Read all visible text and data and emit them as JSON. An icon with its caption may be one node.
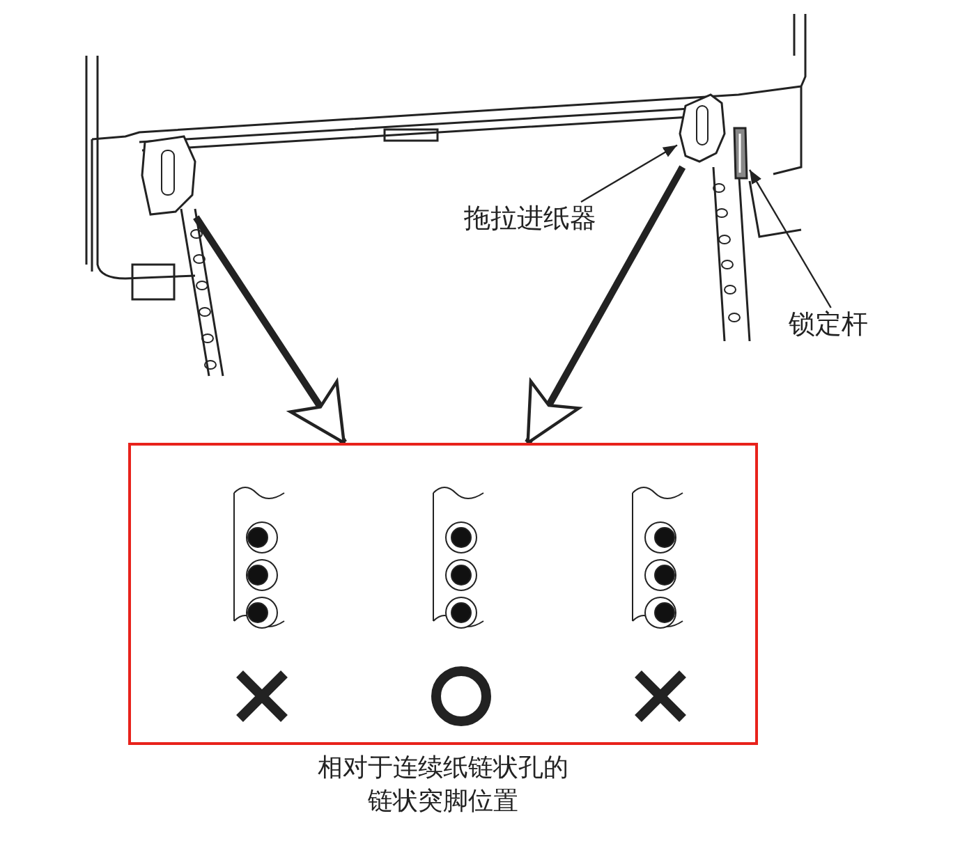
{
  "diagram": {
    "caption": "相对于连续纸链状孔的链状突脚位置",
    "nodes": [
      {
        "text": [
          "拖拉进纸器"
        ]
      },
      {
        "text": [
          "锁定杆"
        ]
      },
      {
        "text": [],
        "shape": "picture"
      },
      {
        "text": [],
        "shape": "bar"
      },
      {
        "text": [],
        "shape": "picture"
      },
      {
        "text": [],
        "shape": "box"
      }
    ],
    "edges": [
      {
        "from": 0,
        "to": 2,
        "arrow": "to"
      },
      {
        "from": 1,
        "to": 3,
        "arrow": "to"
      },
      {
        "from": 4,
        "to": 5,
        "arrow": "to",
        "style": "thick"
      },
      {
        "from": 2,
        "to": 5,
        "arrow": "to",
        "style": "thick"
      }
    ]
  }
}
